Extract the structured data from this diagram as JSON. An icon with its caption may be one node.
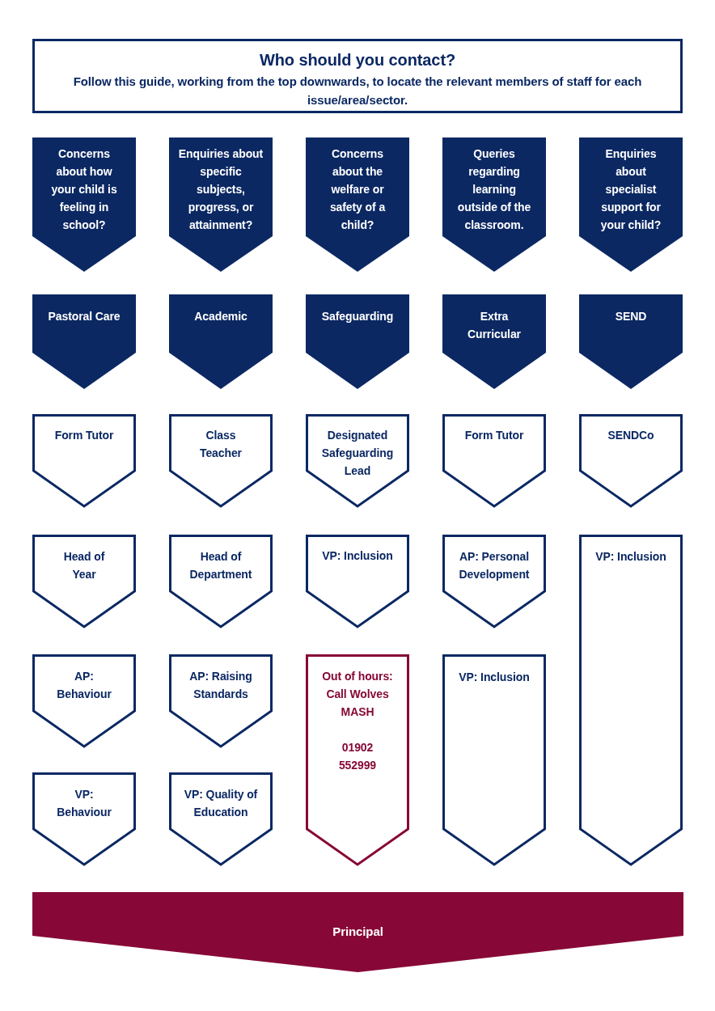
{
  "diagram": {
    "nodes": [
      {
        "text": [
          "Who should you contact?",
          "Follow this guide, working from the top downwards, to locate the relevant members of staff for each issue/area/sector."
        ]
      },
      {
        "text": [
          "Concerns about how your child is feeling in school?"
        ]
      },
      {
        "text": [
          "Enquiries about specific subjects, progress, or attainment?"
        ]
      },
      {
        "text": [
          "Concerns about the welfare or safety of a child?"
        ]
      },
      {
        "text": [
          "Queries regarding learning outside of the classroom."
        ]
      },
      {
        "text": [
          "Enquiries about specialist support for your child?"
        ]
      },
      {
        "text": [
          "Pastoral Care"
        ]
      },
      {
        "text": [
          "Academic"
        ]
      },
      {
        "text": [
          "Safeguarding"
        ]
      },
      {
        "text": [
          "Extra Curricular"
        ]
      },
      {
        "text": [
          "SEND"
        ]
      },
      {
        "text": [
          "Form Tutor"
        ]
      },
      {
        "text": [
          "Class Teacher"
        ]
      },
      {
        "text": [
          "Designated Safeguarding Lead"
        ]
      },
      {
        "text": [
          "Form Tutor"
        ]
      },
      {
        "text": [
          "SENDCo"
        ]
      },
      {
        "text": [
          "Head of Year"
        ]
      },
      {
        "text": [
          "Head of Department"
        ]
      },
      {
        "text": [
          "VP: Inclusion"
        ]
      },
      {
        "text": [
          "AP: Personal Development"
        ]
      },
      {
        "text": [
          "VP: Inclusion"
        ]
      },
      {
        "text": [
          "AP: Behaviour"
        ]
      },
      {
        "text": [
          "AP: Raising Standards"
        ]
      },
      {
        "text": [
          "Out of hours: Call Wolves MASH",
          "01902 552999"
        ]
      },
      {
        "text": [
          "VP: Inclusion"
        ]
      },
      {
        "text": [
          "VP: Behaviour"
        ]
      },
      {
        "text": [
          "VP: Quality of Education"
        ]
      },
      {
        "text": [
          "Principal"
        ]
      }
    ]
  }
}
